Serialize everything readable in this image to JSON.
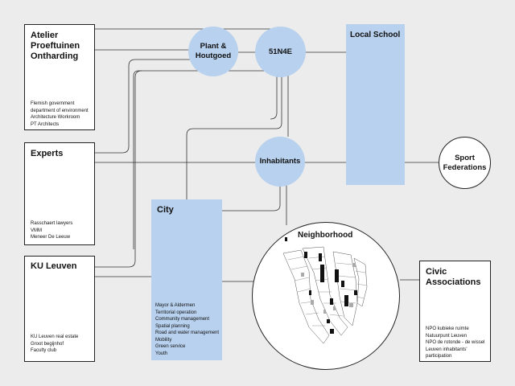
{
  "nodes": {
    "atelier": {
      "title": "Atelier Proeftuinen Ontharding",
      "details": [
        "Flemish government",
        "department of environment",
        "Architecture Workroom",
        "PT Architects"
      ]
    },
    "experts": {
      "title": "Experts",
      "details": [
        "Rasschaert lawyers",
        "VMM",
        "Meneer De Leeuw"
      ]
    },
    "ku_leuven": {
      "title": "KU Leuven",
      "details": [
        "KU Leuven real estate",
        "Groot begijnhof",
        "Faculty club"
      ]
    },
    "city": {
      "title": "City",
      "details": [
        "Mayor & Aldermen",
        "Territorial operation",
        "Community management",
        "Spatial planning",
        "Road and water management",
        "Mobility",
        "Green service",
        "Youth"
      ]
    },
    "local_school": {
      "title": "Local School"
    },
    "plant_houtgoed": {
      "title": "Plant & Houtgoed"
    },
    "n51n4e": {
      "title": "51N4E"
    },
    "inhabitants": {
      "title": "Inhabitants"
    },
    "sport": {
      "title": "Sport Federations"
    },
    "neighborhood": {
      "title": "Neighborhood"
    },
    "civic": {
      "title": "Civic Associations",
      "details": [
        "NPO kubieke ruimte",
        "Natuurpunt Leuven",
        "NPO de rotonde - de wissel",
        "Leuven inhabitants'",
        "participation"
      ]
    }
  },
  "colors": {
    "background": "#ececec",
    "actor_blue": "#b8d1ee",
    "line": "#222222",
    "box_fill": "#ffffff"
  }
}
